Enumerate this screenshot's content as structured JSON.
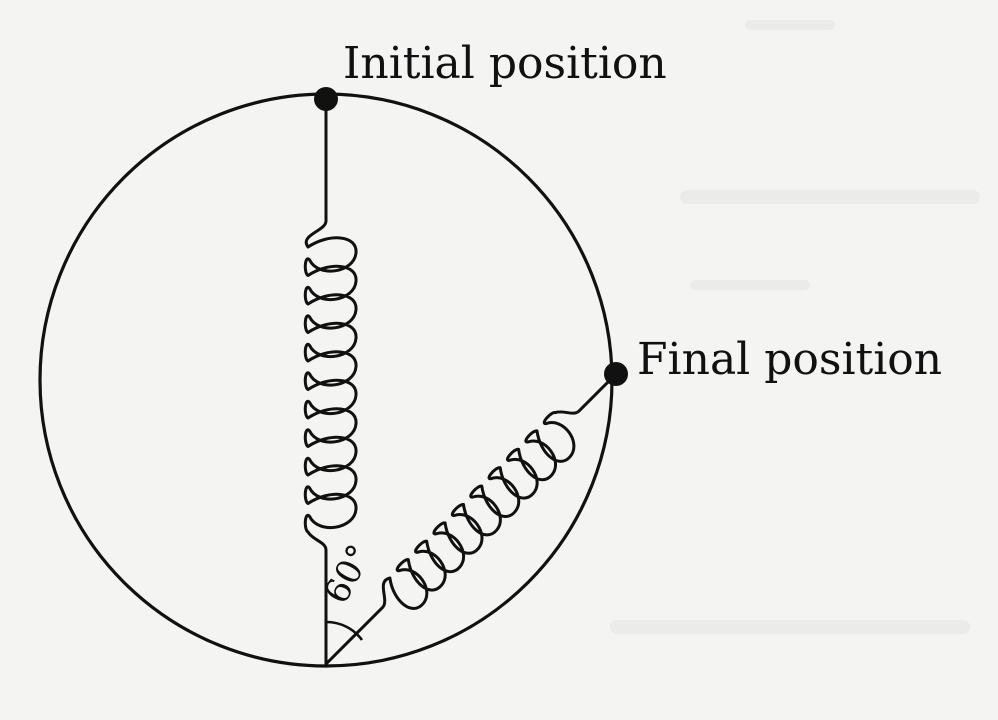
{
  "labels": {
    "initial_position": "Initial position",
    "final_position": "Final position",
    "angle": "60°"
  },
  "colors": {
    "ink": "#111111",
    "background": "#f4f4f2"
  }
}
